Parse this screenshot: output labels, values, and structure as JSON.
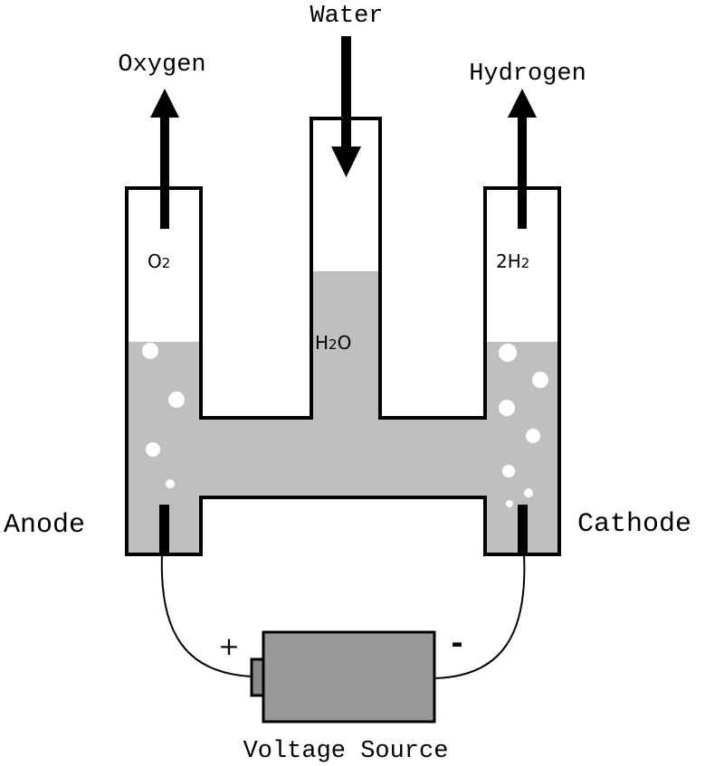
{
  "labels": {
    "water": "Water",
    "oxygen": "Oxygen",
    "hydrogen": "Hydrogen",
    "anode": "Anode",
    "cathode": "Cathode",
    "voltage_source": "Voltage Source",
    "plus": "+",
    "minus": "-"
  },
  "formulas": {
    "oxygen": {
      "base": "O",
      "sub": "2"
    },
    "water": {
      "base_1": "H",
      "sub": "2",
      "base_2": "O"
    },
    "hydrogen": {
      "coef": "2",
      "base": "H",
      "sub": "2"
    }
  },
  "colors": {
    "liquid": "#bfbfbf",
    "outline": "#000000",
    "battery_body": "#999999",
    "battery_terminal": "#8a8a8a",
    "bubble": "#ffffff"
  }
}
